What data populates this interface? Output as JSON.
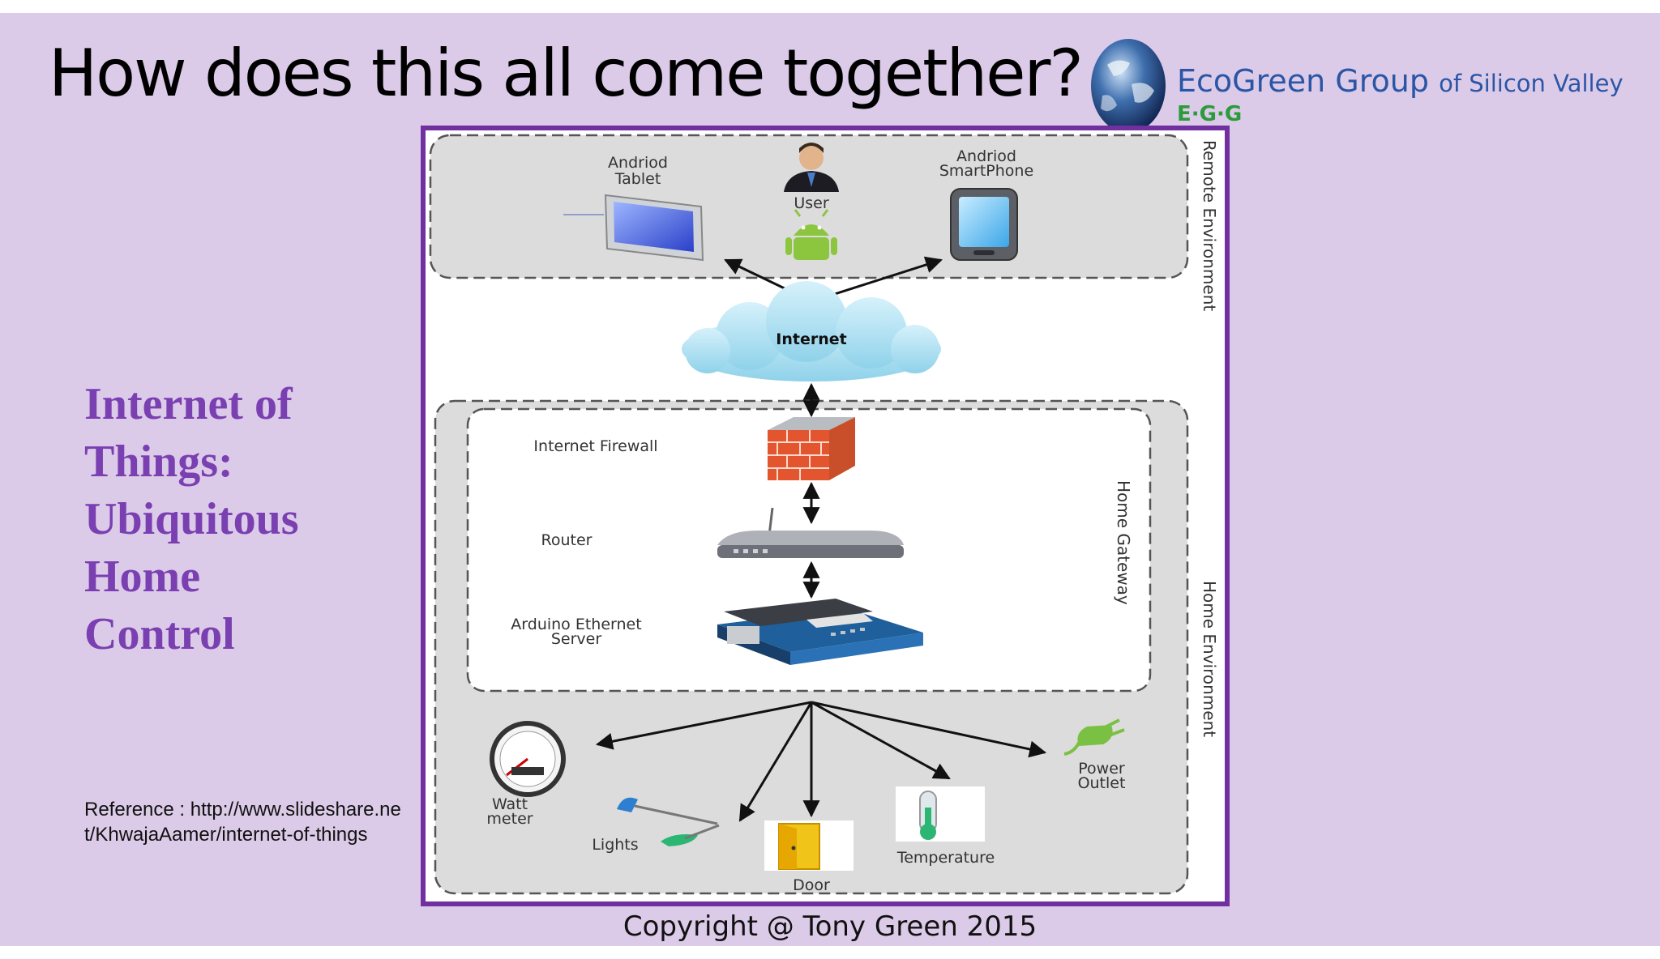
{
  "slide": {
    "title": "How does this all come together?",
    "side_heading": "Internet of Things: Ubiquitous Home Control",
    "reference": "Reference : http://www.slideshare.net/KhwajaAamer/internet-of-things",
    "copyright": "Copyright @ Tony Green 2015"
  },
  "logo": {
    "name": "EcoGreen Group",
    "subtitle": "of Silicon Valley",
    "abbreviation": "E·G·G"
  },
  "diagram": {
    "remote_zone_label": "Remote Environment",
    "home_zone_label": "Home Environment",
    "gateway_zone_label": "Home Gateway",
    "tablet_label": [
      "Andriod",
      "Tablet"
    ],
    "user_label": "User",
    "smartphone_label": [
      "Andriod",
      "SmartPhone"
    ],
    "internet_label": "Internet",
    "firewall_label": "Internet Firewall",
    "router_label": "Router",
    "server_label": [
      "Arduino Ethernet",
      "Server"
    ],
    "wattmeter_label": [
      "Watt",
      "meter"
    ],
    "lights_label": "Lights",
    "door_label": "Door",
    "temperature_label": "Temperature",
    "power_outlet_label": [
      "Power",
      "Outlet"
    ]
  },
  "colors": {
    "slide_background": "#dccbe8",
    "heading_purple": "#7a3fb1",
    "diagram_border": "#7030a0",
    "logo_blue": "#2b56a6",
    "logo_green": "#2c9b3a"
  }
}
